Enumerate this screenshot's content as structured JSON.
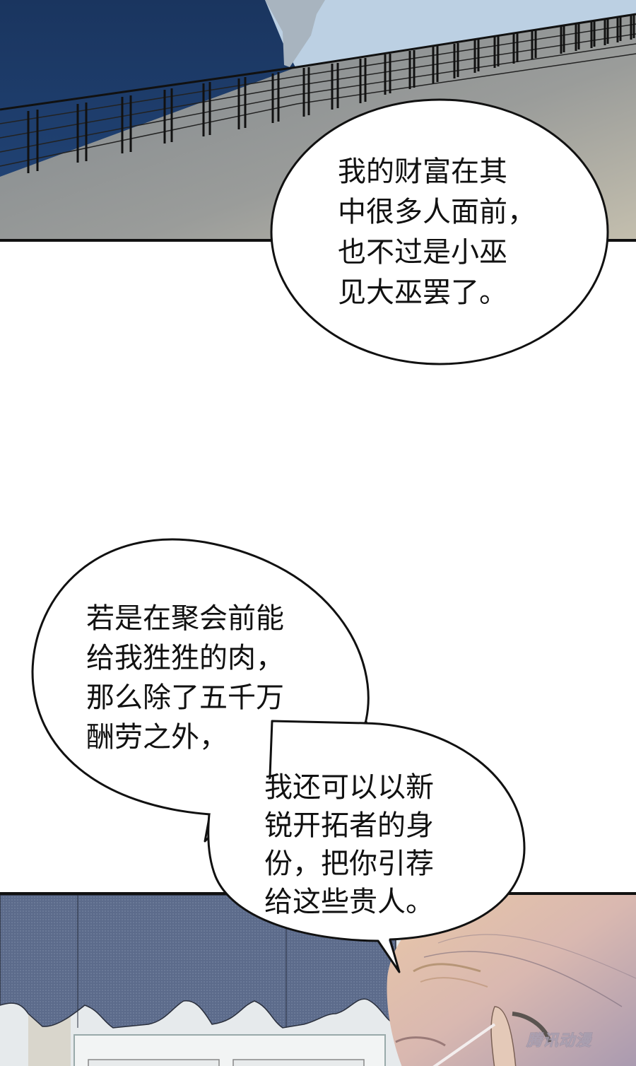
{
  "page": {
    "type": "comic-strip",
    "background": "#ffffff"
  },
  "panels": {
    "top": {
      "description": "ship deck with railing over dark blue sea",
      "colors": {
        "sea": "#1d3a66",
        "sky": "#b9cde0",
        "deck": "#8c9296",
        "railing": "#111111"
      }
    },
    "bottom": {
      "description": "window with scalloped blue valance and character head (bald/light hair, glasses)",
      "colors": {
        "valance": "#5a6a8a",
        "wall": "#e4e8ea",
        "skin": "#e8c9b0",
        "glasses": "#555050"
      }
    }
  },
  "bubbles": [
    {
      "id": "bubble-1",
      "lines": [
        "我的财富在其",
        "中很多人面前，",
        "也不过是小巫",
        "见大巫罢了。"
      ]
    },
    {
      "id": "bubble-2",
      "lines": [
        "若是在聚会前能",
        "给我狌狌的肉，",
        "那么除了五千万",
        "酬劳之外，"
      ]
    },
    {
      "id": "bubble-3",
      "lines": [
        "我还可以以新",
        "锐开拓者的身",
        "份，把你引荐",
        "给这些贵人。"
      ]
    }
  ],
  "bubble_text": {
    "b1": "我的财富在其\n中很多人面前，\n也不过是小巫\n见大巫罢了。",
    "b2": "若是在聚会前能\n给我狌狌的肉，\n那么除了五千万\n酬劳之外，",
    "b3": "我还可以以新\n锐开拓者的身\n份，把你引荐\n给这些贵人。"
  },
  "watermark": {
    "text": "腾讯动漫"
  }
}
